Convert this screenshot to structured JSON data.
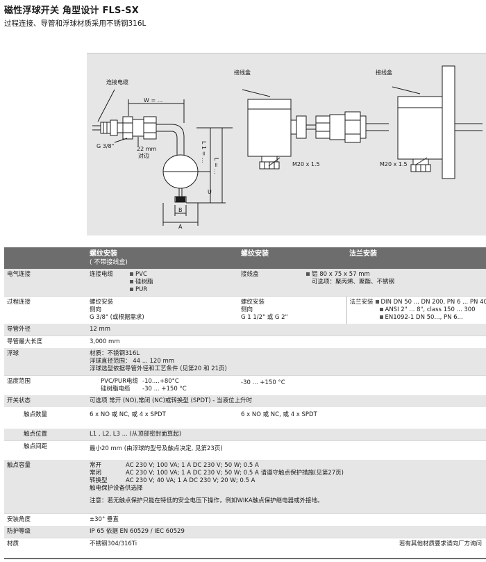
{
  "title": "磁性浮球开关 角型设计 FLS-SX",
  "subtitle": "过程连接、导管和浮球材质采用不锈钢316L",
  "figure": {
    "label_cable": "连接电缆",
    "label_box1": "接线盒",
    "label_box2": "接线盒",
    "label_w": "W = ...",
    "label_g38": "G 3/8\"",
    "label_22mm": "22 mm",
    "label_duibian": "对边",
    "label_l1": "L 1 = ...",
    "label_l": "L = ...",
    "label_u": "U",
    "label_b": "B",
    "label_a": "A",
    "label_m20a": "M20 x 1.5",
    "label_m20b": "M20 x 1.5"
  },
  "table": {
    "headers": {
      "col1": "螺纹安装",
      "col1_sub": "( 不带接线盒)",
      "col2": "螺纹安装",
      "col3": "法兰安装"
    },
    "rows": {
      "electrical": {
        "label": "电气连接",
        "c1_prefix": "连接电缆",
        "c1_opt1": "PVC",
        "c1_opt2": "硅树脂",
        "c1_opt3": "PUR",
        "c2_text": "接线盒",
        "c2_opt1": "铝 80 x 75 x 57 mm",
        "c2_opt2": "可选项：聚丙烯、聚酯、不锈钢"
      },
      "process": {
        "label": "过程连接",
        "c1_l1": "螺纹安装",
        "c1_l2": "侧向",
        "c1_l3": "G 3/8\" (或根据需求)",
        "c2_l1": "螺纹安装",
        "c2_l2": "侧向",
        "c2_l3": "G 1 1/2\" 或 G 2\"",
        "c3_prefix": "法兰安装",
        "c3_opt1": "DIN DN 50 ... DN 200, PN 6 ... PN 40",
        "c3_opt2": "ANSI 2\" ... 8\", class 150 ... 300",
        "c3_opt3": "EN1092-1 DN 50..., PN 6..."
      },
      "tube_od": {
        "label": "导管外径",
        "value": "12 mm"
      },
      "tube_len": {
        "label": "导管最大长度",
        "value": "3,000 mm"
      },
      "float": {
        "label": "浮球",
        "l1": "材质：不锈钢316L",
        "l2": "浮球直径范围： 44 ... 120 mm",
        "l3": "浮球选型依据导管外径和工艺条件 (见第20 和 21页)"
      },
      "temp": {
        "label": "温度范围",
        "c1_l1a": "PVC/PUR电缆",
        "c1_l1b": "-10....+80°C",
        "c1_l2a": "硅树脂电缆",
        "c1_l2b": "-30 ... +150 °C",
        "c2": "-30 ... +150 °C"
      },
      "switch": {
        "label": "开关状态",
        "value": "可选项 常开 (NO),常闭 (NC)或转换型 (SPDT) - 当液位上升时"
      },
      "contacts": {
        "label": "触点数量",
        "c1": "6 x NO 或 NC, 或 4 x SPDT",
        "c2": "6 x NO 或 NC, 或 4 x SPDT"
      },
      "position": {
        "label": "触点位置",
        "value": "L1 , L2, L3 ... (从顶部密封面算起)"
      },
      "spacing": {
        "label": "触点间距",
        "value": "最小20 mm (由浮球的型号及触点决定, 见第23页)"
      },
      "capacity": {
        "label": "触点容量",
        "r1a": "常开",
        "r1b": "AC 230 V; 100 VA; 1 A DC 230 V; 50 W; 0.5 A",
        "r2a": "常闭",
        "r2b": "AC 230 V; 100 VA; 1 A DC 230 V; 50 W; 0.5 A 请遵守触点保护措施(见第27页)",
        "r3a": "转换型",
        "r3b": "AC 230 V; 40 VA; 1 A DC 230 V; 20 W; 0.5 A",
        "r4": "触电保护设备供选择"
      },
      "note": {
        "value": "注意：若无触点保护只能在特低的安全电压下操作，例如WIKA触点保护继电器或外接地。"
      },
      "angle": {
        "label": "安装角度",
        "value": "±30° 垂直"
      },
      "ip": {
        "label": "防护等级",
        "value": "IP 65 依据 EN 60529 / IEC 60529"
      },
      "material": {
        "label": "材质",
        "value": "不锈钢304/316Ti",
        "right": "若有其他材质要求请向厂方询问"
      }
    }
  }
}
